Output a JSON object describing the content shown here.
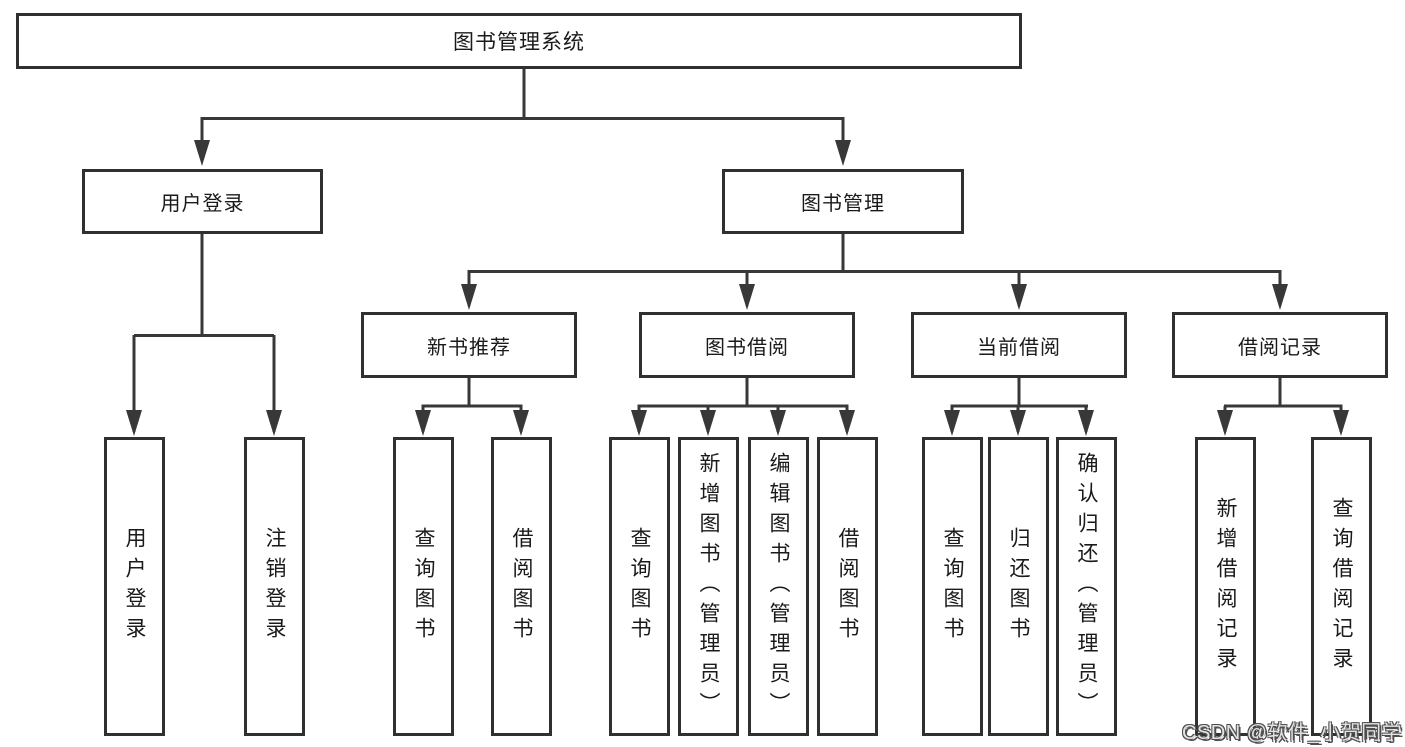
{
  "tree": {
    "label": "图书管理系统",
    "children": [
      {
        "label": "用户登录",
        "children": [
          {
            "label": "用户登录"
          },
          {
            "label": "注销登录"
          }
        ]
      },
      {
        "label": "图书管理",
        "children": [
          {
            "label": "新书推荐",
            "children": [
              {
                "label": "查询图书"
              },
              {
                "label": "借阅图书"
              }
            ]
          },
          {
            "label": "图书借阅",
            "children": [
              {
                "label": "查询图书"
              },
              {
                "label": "新增图书（管理员）"
              },
              {
                "label": "编辑图书（管理员）"
              },
              {
                "label": "借阅图书"
              }
            ]
          },
          {
            "label": "当前借阅",
            "children": [
              {
                "label": "查询图书"
              },
              {
                "label": "归还图书"
              },
              {
                "label": "确认归还（管理员）"
              }
            ]
          },
          {
            "label": "借阅记录",
            "children": [
              {
                "label": "新增借阅记录"
              },
              {
                "label": "查询借阅记录"
              }
            ]
          }
        ]
      }
    ]
  },
  "watermark": {
    "text": "CSDN @软件_小贺同学"
  },
  "colors": {
    "line": "#383838",
    "box_border": "#303030",
    "text": "#1a1a1a",
    "background": "#ffffff",
    "watermark_fill": "#e3e3e3",
    "watermark_shadow": "#4f4f4f"
  }
}
